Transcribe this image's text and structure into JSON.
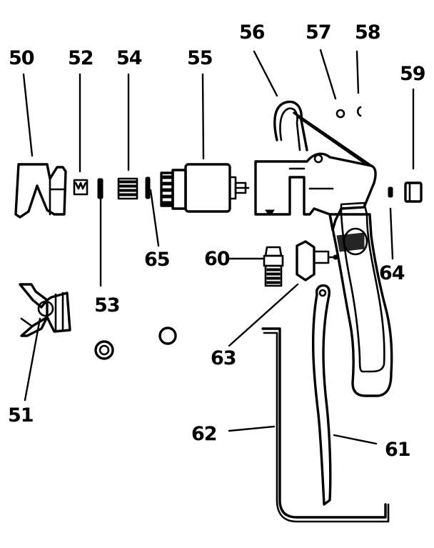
{
  "diagram": {
    "labels": {
      "p50": "50",
      "p51": "51",
      "p52": "52",
      "p53": "53",
      "p54": "54",
      "p55": "55",
      "p56": "56",
      "p57": "57",
      "p58": "58",
      "p59": "59",
      "p60": "60",
      "p61": "61",
      "p62": "62",
      "p63": "63",
      "p64": "64",
      "p65": "65"
    }
  }
}
